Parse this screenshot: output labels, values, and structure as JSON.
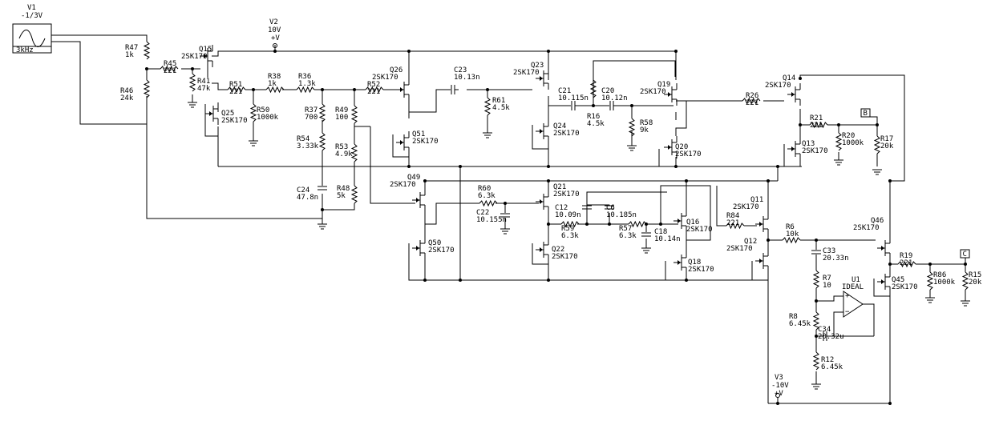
{
  "schematic": {
    "sources": [
      {
        "id": "V1",
        "name": "V1",
        "value": "-1/3V",
        "freq": "3kHz"
      },
      {
        "id": "V2",
        "name": "V2",
        "value": "10V",
        "sym": "+V"
      },
      {
        "id": "V3",
        "name": "V3",
        "value": "-10V",
        "sym": "+V"
      }
    ],
    "resistors": [
      {
        "id": "R47",
        "name": "R47",
        "value": "1k"
      },
      {
        "id": "R46",
        "name": "R46",
        "value": "24k"
      },
      {
        "id": "R45",
        "name": "R45",
        "value": "221"
      },
      {
        "id": "R41",
        "name": "R41",
        "value": "47k"
      },
      {
        "id": "R51",
        "name": "R51",
        "value": "221"
      },
      {
        "id": "R50",
        "name": "R50",
        "value": "1000k"
      },
      {
        "id": "R38",
        "name": "R38",
        "value": "1k"
      },
      {
        "id": "R36",
        "name": "R36",
        "value": "1.3k"
      },
      {
        "id": "R37",
        "name": "R37",
        "value": "700"
      },
      {
        "id": "R54",
        "name": "R54",
        "value": "3.33k"
      },
      {
        "id": "R49",
        "name": "R49",
        "value": "100"
      },
      {
        "id": "R53",
        "name": "R53",
        "value": "4.9k"
      },
      {
        "id": "R48",
        "name": "R48",
        "value": "5k"
      },
      {
        "id": "R52",
        "name": "R52",
        "value": "221"
      },
      {
        "id": "R61",
        "name": "R61",
        "value": "4.5k"
      },
      {
        "id": "R16",
        "name": "R16",
        "value": "4.5k"
      },
      {
        "id": "R58",
        "name": "R58",
        "value": "9k"
      },
      {
        "id": "R26",
        "name": "R26",
        "value": "221"
      },
      {
        "id": "R21",
        "name": "R21",
        "value": "221"
      },
      {
        "id": "R20",
        "name": "R20",
        "value": "1000k"
      },
      {
        "id": "R17",
        "name": "R17",
        "value": "20k"
      },
      {
        "id": "R60",
        "name": "R60",
        "value": "6.3k"
      },
      {
        "id": "R59",
        "name": "R59",
        "value": "6.3k"
      },
      {
        "id": "R57",
        "name": "R57",
        "value": "6.3k"
      },
      {
        "id": "R84",
        "name": "R84",
        "value": "221"
      },
      {
        "id": "R6",
        "name": "R6",
        "value": "10k"
      },
      {
        "id": "R7",
        "name": "R7",
        "value": "10"
      },
      {
        "id": "R8",
        "name": "R8",
        "value": "6.45k"
      },
      {
        "id": "R12",
        "name": "R12",
        "value": "6.45k"
      },
      {
        "id": "R19",
        "name": "R19",
        "value": "221"
      },
      {
        "id": "R86",
        "name": "R86",
        "value": "1000k"
      },
      {
        "id": "R15",
        "name": "R15",
        "value": "20k"
      }
    ],
    "capacitors": [
      {
        "id": "C24",
        "name": "C24",
        "value": "47.8n"
      },
      {
        "id": "C23",
        "name": "C23",
        "value": "10.13n"
      },
      {
        "id": "C21",
        "name": "C21",
        "value": "10.115n"
      },
      {
        "id": "C20",
        "name": "C20",
        "value": "10.12n"
      },
      {
        "id": "C22",
        "name": "C22",
        "value": "10.155n"
      },
      {
        "id": "C12",
        "name": "C12",
        "value": "10.09n"
      },
      {
        "id": "C6",
        "name": "C6",
        "value": "10.185n"
      },
      {
        "id": "C18",
        "name": "C18",
        "value": "10.14n"
      },
      {
        "id": "C33",
        "name": "C33",
        "value": "20.33n"
      },
      {
        "id": "C34",
        "name": "C34",
        "value": "20.32u"
      }
    ],
    "transistors": [
      {
        "id": "Q15",
        "name": "Q15",
        "part": "2SK170"
      },
      {
        "id": "Q25",
        "name": "Q25",
        "part": "2SK170"
      },
      {
        "id": "Q26",
        "name": "Q26",
        "part": "2SK170"
      },
      {
        "id": "Q51",
        "name": "Q51",
        "part": "2SK170"
      },
      {
        "id": "Q23",
        "name": "Q23",
        "part": "2SK170"
      },
      {
        "id": "Q24",
        "name": "Q24",
        "part": "2SK170"
      },
      {
        "id": "Q19",
        "name": "Q19",
        "part": "2SK170"
      },
      {
        "id": "Q20",
        "name": "Q20",
        "part": "2SK170"
      },
      {
        "id": "Q14",
        "name": "Q14",
        "part": "2SK170"
      },
      {
        "id": "Q13",
        "name": "Q13",
        "part": "2SK170"
      },
      {
        "id": "Q49",
        "name": "Q49",
        "part": "2SK170"
      },
      {
        "id": "Q50",
        "name": "Q50",
        "part": "2SK170"
      },
      {
        "id": "Q21",
        "name": "Q21",
        "part": "2SK170"
      },
      {
        "id": "Q22",
        "name": "Q22",
        "part": "2SK170"
      },
      {
        "id": "Q16",
        "name": "Q16",
        "part": "2SK170"
      },
      {
        "id": "Q18",
        "name": "Q18",
        "part": "2SK170"
      },
      {
        "id": "Q11",
        "name": "Q11",
        "part": "2SK170"
      },
      {
        "id": "Q12",
        "name": "Q12",
        "part": "2SK170"
      },
      {
        "id": "Q46",
        "name": "Q46",
        "part": "2SK170"
      },
      {
        "id": "Q45",
        "name": "Q45",
        "part": "2SK170"
      }
    ],
    "opamps": [
      {
        "id": "U1",
        "name": "U1",
        "value": "IDEAL"
      }
    ],
    "probes": [
      {
        "id": "B",
        "label": "B"
      },
      {
        "id": "C",
        "label": "C"
      }
    ]
  }
}
